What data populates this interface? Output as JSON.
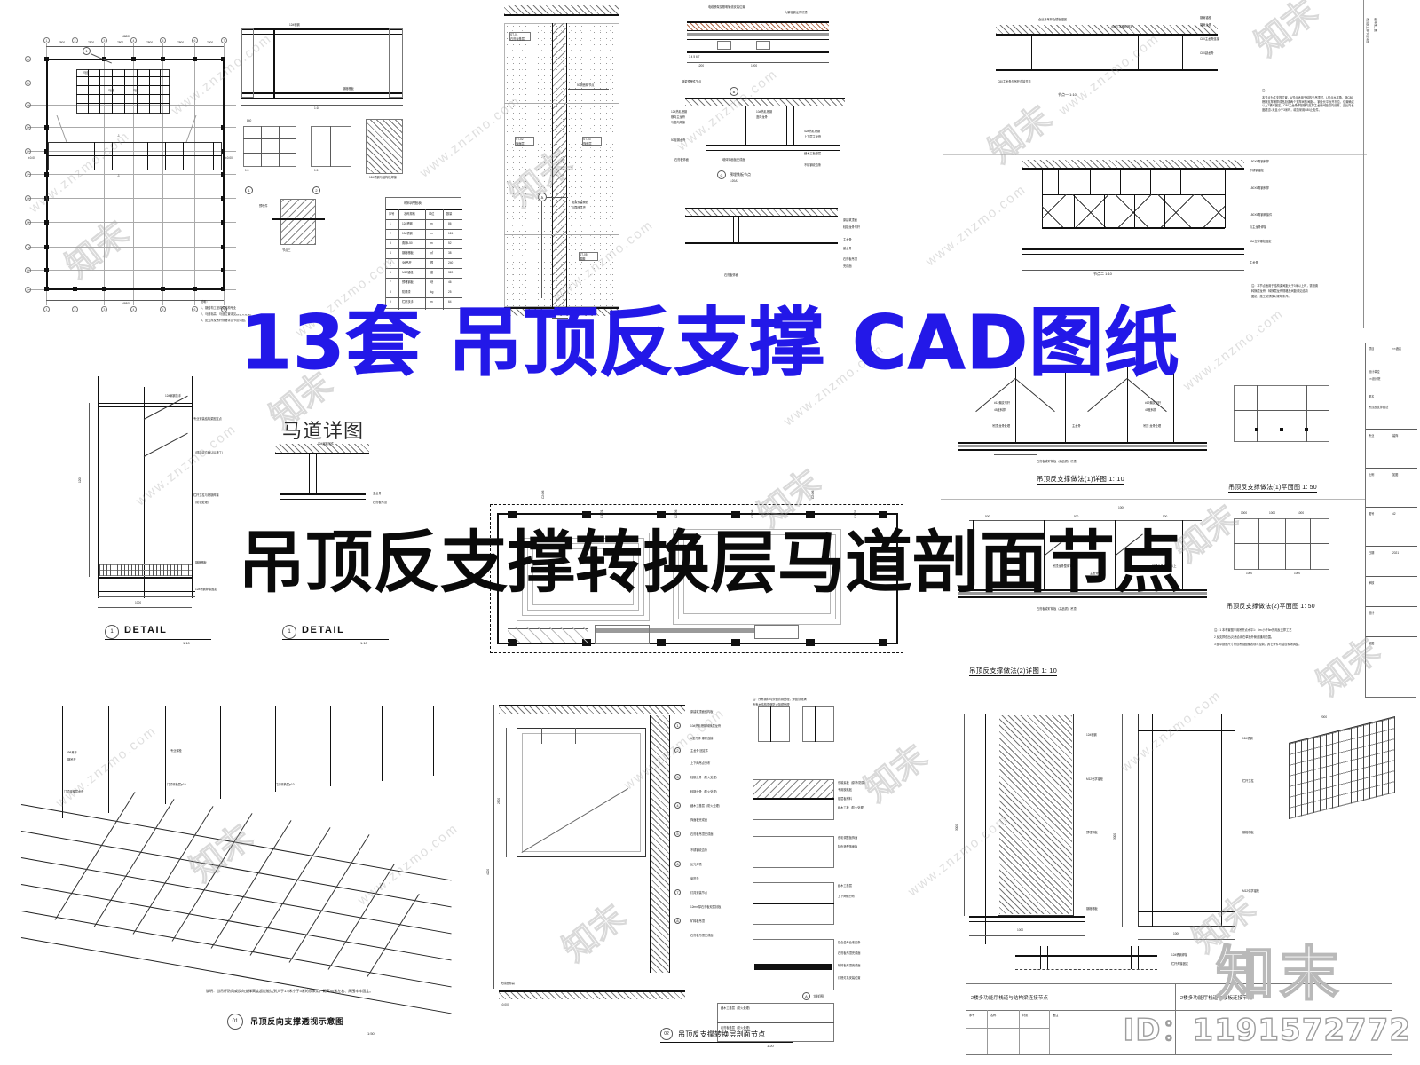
{
  "document": {
    "kind": "cad-drawing-preview",
    "main_title": "13套 吊顶反支撑 CAD图纸",
    "sub_title": "吊顶反支撑转换层马道剖面节点",
    "section_label": "马道详图",
    "brand_watermark": "知末",
    "site_watermark": "www.znzmo.com",
    "id_label": "ID：1191572772"
  },
  "colors": {
    "title_blue": "#2318e8",
    "title_black": "#0a0a0a",
    "paper": "#ffffff",
    "line": "#111111",
    "watermark": "#9a9a9a"
  },
  "sheets": {
    "top_left": {
      "name": "structural-floor-plan",
      "notes_heading": "说明：",
      "notes": [
        "1、钢结构工程详见结构专业图纸。",
        "2、马道标高、马道位置详见综合天花图。",
        "3、反支撑及吊杆规格详见节点详图。"
      ]
    },
    "top_mid_left": {
      "name": "wall-section-detail",
      "labels": [
        "轻钢龙骨隔墙",
        "石膏板饰面",
        "50隔音棉节点",
        "石膏板(1层)",
        "石膏板(2层)",
        "电源预留管线与插座平齐",
        "踢脚"
      ]
    },
    "top_mid_right": {
      "name": "ceiling-edge-detail",
      "labels": [
        "电缆桥架及照明管线安装位置",
        "大量轻钢龙骨吊顶",
        "预埋钢板节点",
        "10#热轧槽钢横向主龙骨与竖向龙骨焊接",
        "12#热轧槽钢竖向龙骨",
        "50轻钢龙骨",
        "石膏板饰面",
        "细木工板基层",
        "墙体饰面板完成面",
        "不锈钢收边条"
      ]
    },
    "top_right": {
      "name": "truss-reverse-support-detail",
      "note_title": "注：",
      "note_body": "本节点为主支撑位置，A节点适用于结构无吊顶时，L形点水平角，钢C80槽钢支撑横撑成品加强两个支撑间的间距L，钢全长平台开孔位，位置确定以上T槽可固定，C80主龙骨焊接横向支撑主龙骨间距双向设置，当反向长度超过L米且小于3米时，增加采用C80止支件。",
      "captions": [
        "吊顶反支撑做法(1)详图 1: 10",
        "吊顶反支撑做法(1)平面图 1: 50",
        "吊顶反支撑做法(2)详图 1: 10",
        "吊顶反支撑做法(2)平面图 1: 50"
      ],
      "callouts": [
        "#12螺纹吊杆",
        "45度斜撑",
        "吊顶 龙骨处理",
        "主龙骨",
        "石膏板或矿棉板（高品质）吊顶"
      ],
      "bottom_note": [
        "注：1 本布置图不用吊杆点水平1：5m 小于5m的用反支撑工艺",
        "2 反支撑做出(2)适合用在单独外管道通用范围。",
        "3 图中剖面尺寸符合吊顶图像表现与控制，其它条件可结合现场调整。"
      ]
    },
    "mid_left": {
      "name": "catwalk-detail-views",
      "captions": [
        "DETAIL",
        "DETAIL"
      ],
      "scales": [
        "1:10",
        "1:10"
      ],
      "labels": [
        "12#槽钢马道",
        "钢格栅板",
        "栏杆扶手",
        "花纹钢板铺面"
      ]
    },
    "mid_center": {
      "name": "reflected-ceiling-plan",
      "tags": [
        "C2436",
        "C1831",
        "C2436",
        "C2436",
        "C2436",
        "C1831"
      ]
    },
    "bottom_left": {
      "name": "ceiling-reverse-support-axonometric",
      "caption": "吊顶反向支撑透视示意图",
      "scale": "1:50",
      "note": "说明：当吊杆防风或反向支撑高度超过能达到大于1.5米小于3米的须采用，距离50米左右、周围牢牢固定。",
      "labels": [
        "Φ8吊杆 钢吊杆",
        "专业螺栓",
        "门式转换层龙骨",
        "门式转换层φ10"
      ]
    },
    "bottom_mid": {
      "name": "ceiling-section-node",
      "labels": [
        "原建筑顶面结构板",
        "10#热轧槽钢转换层龙骨",
        "U型吊件 螺杆连接",
        "主龙骨 固定件",
        "上下两吊点分布",
        "轻钢龙骨（防火处理）",
        "轻钢龙骨（防火处理）",
        "细木工基层（防火处理）",
        "饰面板完成面",
        "石膏板吊顶完成面",
        "不锈钢收边条",
        "反光灯槽",
        "窗帘盒",
        "灯具安装节点",
        "12mm厚石膏板双层封板",
        "矿棉板吊顶",
        "石膏板吊顶完成面",
        "大样图"
      ]
    },
    "bottom_right": {
      "name": "catwalk-connection-nodes",
      "captions": [
        "2楼多功能厅栈道与结构梁连接节点",
        "2楼多功能厅栈道与楼板连接节点"
      ],
      "labels": [
        "12#槽钢",
        "钢格栅板",
        "M12化学锚栓",
        "预埋钢板"
      ]
    }
  },
  "watermarks": {
    "site": "www.znzmo.com",
    "logo": "知末",
    "repeat_count": 14
  }
}
